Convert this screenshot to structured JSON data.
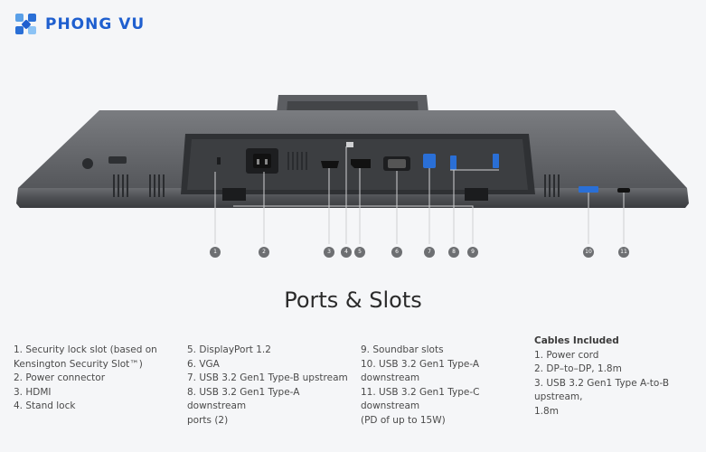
{
  "brand": {
    "name": "PHONG VU",
    "color": "#1f5fcf"
  },
  "title": "Ports & Slots",
  "callouts": [
    "1",
    "2",
    "3",
    "4",
    "5",
    "6",
    "7",
    "8",
    "9",
    "10",
    "11"
  ],
  "columns": {
    "col1": [
      "1. Security lock slot (based on",
      "Kensington Security Slot™)",
      "2. Power connector",
      "3. HDMI",
      "4. Stand lock"
    ],
    "col2": [
      "5. DisplayPort 1.2",
      "6. VGA",
      "7. USB 3.2 Gen1 Type-B upstream",
      "8. USB 3.2 Gen1 Type-A downstream",
      "ports (2)"
    ],
    "col3": [
      "9. Soundbar slots",
      "10. USB 3.2 Gen1 Type-A downstream",
      "11. USB 3.2 Gen1 Type-C downstream",
      "(PD of up to 15W)"
    ],
    "col4": {
      "heading": "Cables Included",
      "items": [
        "1. Power cord",
        "2. DP–to–DP, 1.8m",
        "3. USB 3.2 Gen1 Type A-to-B upstream,",
        "1.8m"
      ]
    }
  },
  "colors": {
    "monitor": "#4a4c4f",
    "port_blue": "#2a6fd6",
    "callout": "#6d6f72"
  }
}
